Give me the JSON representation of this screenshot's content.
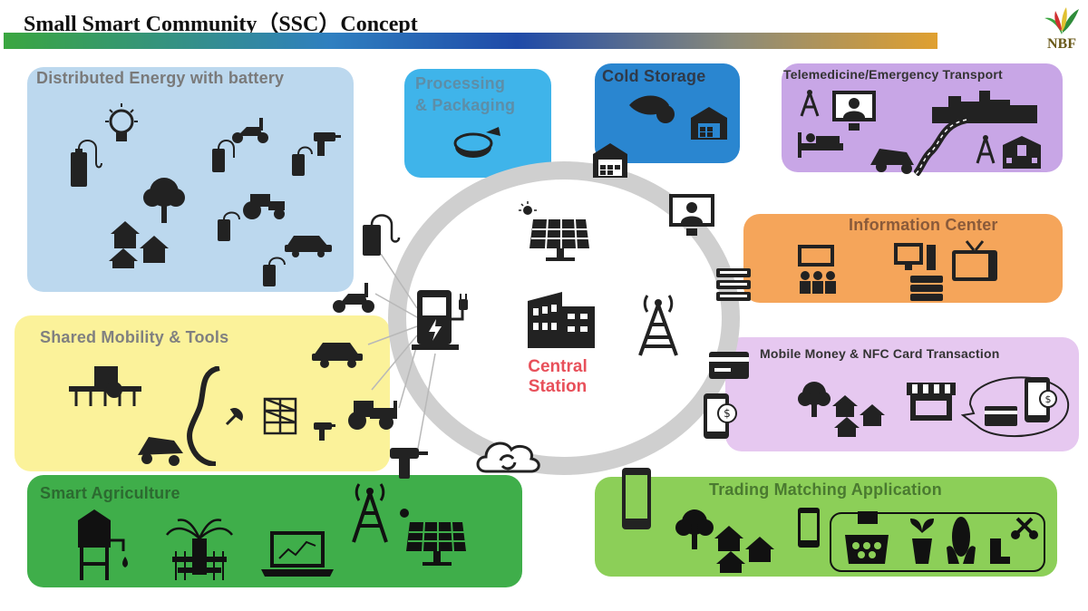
{
  "header": {
    "title": "Small Smart  Community（SSC）Concept"
  },
  "logo": {
    "text": "NBF"
  },
  "panels": {
    "distributed_energy": "Distributed Energy with battery",
    "processing": "Processing\n& Packaging",
    "cold_storage": "Cold Storage",
    "telemedicine": "Telemedicine/Emergency Transport",
    "information_center": "Information Center",
    "shared_mobility": "Shared Mobility & Tools",
    "mobile_money": "Mobile Money & NFC Card Transaction",
    "smart_agriculture": "Smart Agriculture",
    "trading_matching": "Trading Matching Application"
  },
  "center": {
    "label": "Central\nStation"
  },
  "colors": {
    "energy_panel": "#bcd8ee",
    "processing_panel": "#3fb4ea",
    "cold_panel": "#2a86d0",
    "tele_panel": "#c8a6e6",
    "info_panel": "#f5a55a",
    "mobility_panel": "#fbf29a",
    "money_panel": "#e6c8f0",
    "agri_panel": "#3fae4a",
    "trading_panel": "#8ccf58",
    "ring": "#cfcfcf",
    "central_label": "#e8505a"
  },
  "icons": [
    "battery-icon",
    "lightbulb-icon",
    "scooter-icon",
    "drill-icon",
    "tree-icon",
    "houses-icon",
    "tractor-icon",
    "car-icon",
    "container-icon",
    "warehouse-icon",
    "fish-icon",
    "doctor-screen-icon",
    "city-icon",
    "ambulance-icon",
    "hospital-icon",
    "antenna-icon",
    "classroom-icon",
    "computer-icon",
    "tv-icon",
    "books-icon",
    "shop-icon",
    "phone-icon",
    "card-icon",
    "solar-panel-icon",
    "charging-station-icon",
    "building-icon",
    "cloud-sync-icon",
    "water-tower-icon",
    "irrigation-icon",
    "laptop-chart-icon",
    "vegetables-icon",
    "tools-icon",
    "road-icon",
    "excavator-icon",
    "scaffold-icon"
  ]
}
